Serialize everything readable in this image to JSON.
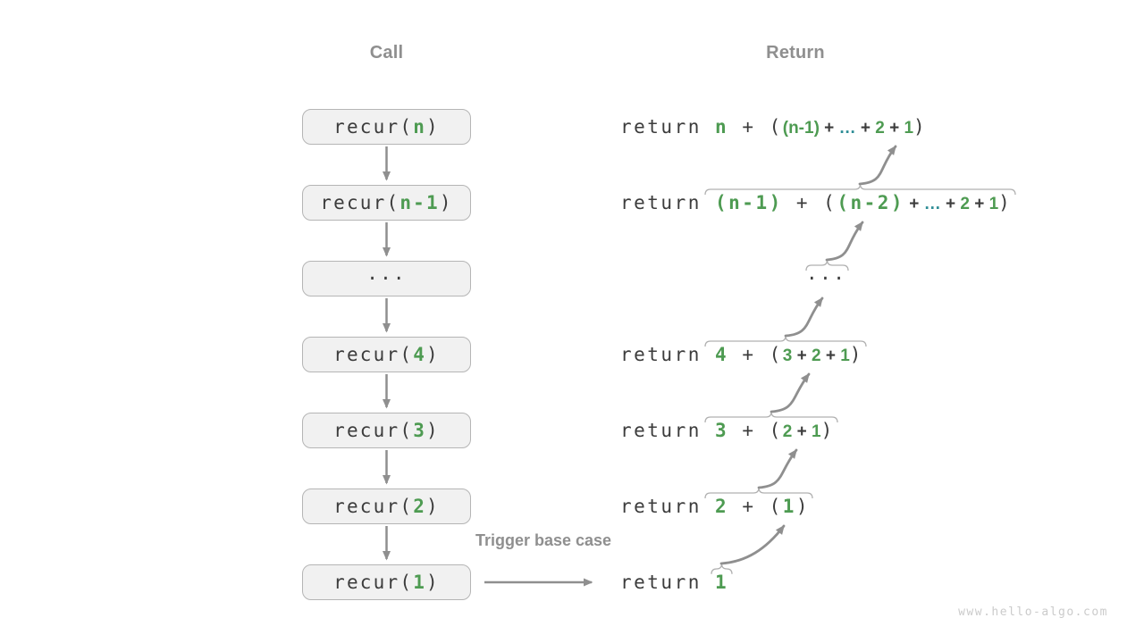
{
  "headers": {
    "call": "Call",
    "return": "Return"
  },
  "labels": {
    "trigger": "Trigger base case"
  },
  "watermark": "www.hello-algo.com",
  "colors": {
    "dark": "#3c3c3c",
    "green": "#4e9b52",
    "teal": "#2e8d96",
    "gray": "#8f8f8f",
    "arrow": "#8f8f8f",
    "brace": "#b0b0b0",
    "box_fill": "#f1f1f1",
    "box_border": "#b5b5b5",
    "watermark": "#cbcbcb"
  },
  "call_column": {
    "boxes": [
      {
        "name": "recur-n",
        "segments": [
          {
            "t": "recur(",
            "c": "dark",
            "f": "mono"
          },
          {
            "t": "n",
            "c": "green",
            "f": "mono"
          },
          {
            "t": ")",
            "c": "dark",
            "f": "mono"
          }
        ]
      },
      {
        "name": "recur-n-1",
        "segments": [
          {
            "t": "recur(",
            "c": "dark",
            "f": "mono"
          },
          {
            "t": "n-1",
            "c": "green",
            "f": "mono"
          },
          {
            "t": ")",
            "c": "dark",
            "f": "mono"
          }
        ]
      },
      {
        "name": "ellipsis",
        "segments": [
          {
            "t": "···",
            "c": "dark",
            "f": "mono"
          }
        ]
      },
      {
        "name": "recur-4",
        "segments": [
          {
            "t": "recur(",
            "c": "dark",
            "f": "mono"
          },
          {
            "t": "4",
            "c": "green",
            "f": "mono"
          },
          {
            "t": ")",
            "c": "dark",
            "f": "mono"
          }
        ]
      },
      {
        "name": "recur-3",
        "segments": [
          {
            "t": "recur(",
            "c": "dark",
            "f": "mono"
          },
          {
            "t": "3",
            "c": "green",
            "f": "mono"
          },
          {
            "t": ")",
            "c": "dark",
            "f": "mono"
          }
        ]
      },
      {
        "name": "recur-2",
        "segments": [
          {
            "t": "recur(",
            "c": "dark",
            "f": "mono"
          },
          {
            "t": "2",
            "c": "green",
            "f": "mono"
          },
          {
            "t": ")",
            "c": "dark",
            "f": "mono"
          }
        ]
      },
      {
        "name": "recur-1",
        "segments": [
          {
            "t": "recur(",
            "c": "dark",
            "f": "mono"
          },
          {
            "t": "1",
            "c": "green",
            "f": "mono"
          },
          {
            "t": ")",
            "c": "dark",
            "f": "mono"
          }
        ]
      }
    ]
  },
  "return_column": {
    "lines": [
      {
        "name": "return-n",
        "segments": [
          {
            "t": "return ",
            "c": "dark",
            "f": "mono"
          },
          {
            "t": "n",
            "c": "green",
            "f": "mono"
          },
          {
            "t": " + (",
            "c": "dark",
            "f": "mono"
          },
          {
            "t": "(n-1)",
            "c": "green",
            "f": "sans"
          },
          {
            "t": " + ",
            "c": "dark",
            "f": "sans"
          },
          {
            "t": "…",
            "c": "teal",
            "f": "sans"
          },
          {
            "t": " + ",
            "c": "dark",
            "f": "sans"
          },
          {
            "t": "2",
            "c": "green",
            "f": "sans"
          },
          {
            "t": " + ",
            "c": "dark",
            "f": "sans"
          },
          {
            "t": "1",
            "c": "green",
            "f": "sans"
          },
          {
            "t": ")",
            "c": "dark",
            "f": "mono"
          }
        ]
      },
      {
        "name": "return-n-1",
        "segments": [
          {
            "t": "return ",
            "c": "dark",
            "f": "mono"
          },
          {
            "t": "(n-1)",
            "c": "green",
            "f": "mono"
          },
          {
            "t": " + (",
            "c": "dark",
            "f": "mono"
          },
          {
            "t": "(n-2)",
            "c": "green",
            "f": "mono"
          },
          {
            "t": " + ",
            "c": "dark",
            "f": "sans"
          },
          {
            "t": "…",
            "c": "teal",
            "f": "sans"
          },
          {
            "t": " + ",
            "c": "dark",
            "f": "sans"
          },
          {
            "t": "2",
            "c": "green",
            "f": "sans"
          },
          {
            "t": " + ",
            "c": "dark",
            "f": "sans"
          },
          {
            "t": "1",
            "c": "green",
            "f": "sans"
          },
          {
            "t": ")",
            "c": "dark",
            "f": "mono"
          }
        ]
      },
      {
        "name": "return-ellipsis",
        "segments": [
          {
            "t": "···",
            "c": "dark",
            "f": "mono"
          }
        ]
      },
      {
        "name": "return-4",
        "segments": [
          {
            "t": "return ",
            "c": "dark",
            "f": "mono"
          },
          {
            "t": "4",
            "c": "green",
            "f": "mono"
          },
          {
            "t": " + (",
            "c": "dark",
            "f": "mono"
          },
          {
            "t": "3",
            "c": "green",
            "f": "sans"
          },
          {
            "t": " + ",
            "c": "dark",
            "f": "sans"
          },
          {
            "t": "2",
            "c": "green",
            "f": "sans"
          },
          {
            "t": " + ",
            "c": "dark",
            "f": "sans"
          },
          {
            "t": "1",
            "c": "green",
            "f": "sans"
          },
          {
            "t": ")",
            "c": "dark",
            "f": "mono"
          }
        ]
      },
      {
        "name": "return-3",
        "segments": [
          {
            "t": "return ",
            "c": "dark",
            "f": "mono"
          },
          {
            "t": "3",
            "c": "green",
            "f": "mono"
          },
          {
            "t": " + (",
            "c": "dark",
            "f": "mono"
          },
          {
            "t": "2",
            "c": "green",
            "f": "sans"
          },
          {
            "t": " + ",
            "c": "dark",
            "f": "sans"
          },
          {
            "t": "1",
            "c": "green",
            "f": "sans"
          },
          {
            "t": ")",
            "c": "dark",
            "f": "mono"
          }
        ]
      },
      {
        "name": "return-2",
        "segments": [
          {
            "t": "return ",
            "c": "dark",
            "f": "mono"
          },
          {
            "t": "2",
            "c": "green",
            "f": "mono"
          },
          {
            "t": " + (",
            "c": "dark",
            "f": "mono"
          },
          {
            "t": "1",
            "c": "green",
            "f": "mono"
          },
          {
            "t": ")",
            "c": "dark",
            "f": "mono"
          }
        ]
      },
      {
        "name": "return-1",
        "segments": [
          {
            "t": "return ",
            "c": "dark",
            "f": "mono"
          },
          {
            "t": "1",
            "c": "green",
            "f": "mono"
          }
        ]
      }
    ]
  }
}
